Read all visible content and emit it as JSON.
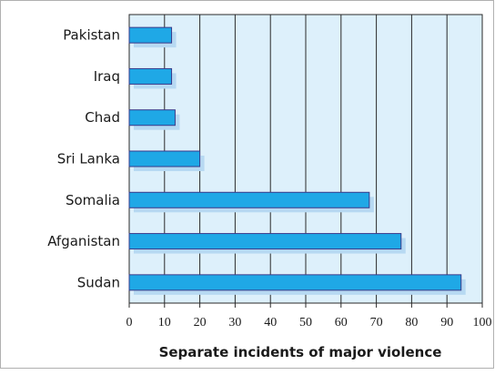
{
  "chart_data": {
    "type": "bar",
    "orientation": "horizontal",
    "categories": [
      "Pakistan",
      "Iraq",
      "Chad",
      "Sri Lanka",
      "Somalia",
      "Afganistan",
      "Sudan"
    ],
    "values": [
      12,
      12,
      13,
      20,
      68,
      77,
      94
    ],
    "xlabel": "Separate incidents of major violence",
    "ylabel": "",
    "xlim": [
      0,
      100
    ],
    "xticks": [
      "0",
      "10",
      "20",
      "30",
      "40",
      "50",
      "60",
      "70",
      "80",
      "90",
      "100"
    ],
    "grid": "vertical",
    "legend": "none",
    "colors": {
      "bar": "#1fa8e6",
      "bar_edge": "#3a3a8a",
      "bar_shadow": "#b7d9f2",
      "plot_background": "#ddf0fb",
      "gridline": "#2a2a2a"
    }
  }
}
